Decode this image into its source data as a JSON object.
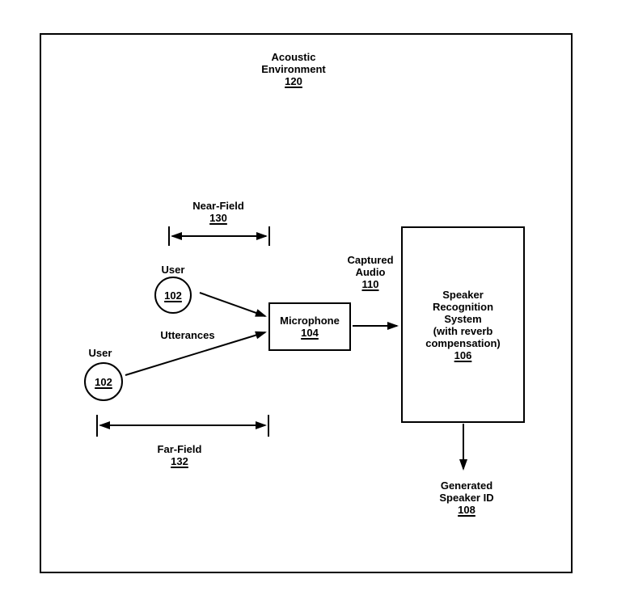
{
  "figure": {
    "title": {
      "line1": "Acoustic",
      "line2": "Environment",
      "ref": "120"
    },
    "near_field": {
      "label": "Near-Field",
      "ref": "130"
    },
    "far_field": {
      "label": "Far-Field",
      "ref": "132"
    },
    "user_top": {
      "label": "User",
      "ref": "102"
    },
    "user_bottom": {
      "label": "User",
      "ref": "102"
    },
    "utterances": {
      "label": "Utterances"
    },
    "microphone": {
      "label": "Microphone",
      "ref": "104"
    },
    "captured_audio": {
      "line1": "Captured",
      "line2": "Audio",
      "ref": "110"
    },
    "speaker_recognition": {
      "line1": "Speaker",
      "line2": "Recognition",
      "line3": "System",
      "line4": "(with reverb",
      "line5": "compensation)",
      "ref": "106"
    },
    "generated_speaker_id": {
      "line1": "Generated",
      "line2": "Speaker ID",
      "ref": "108"
    }
  },
  "colors": {
    "stroke": "#000000",
    "background": "#ffffff"
  }
}
